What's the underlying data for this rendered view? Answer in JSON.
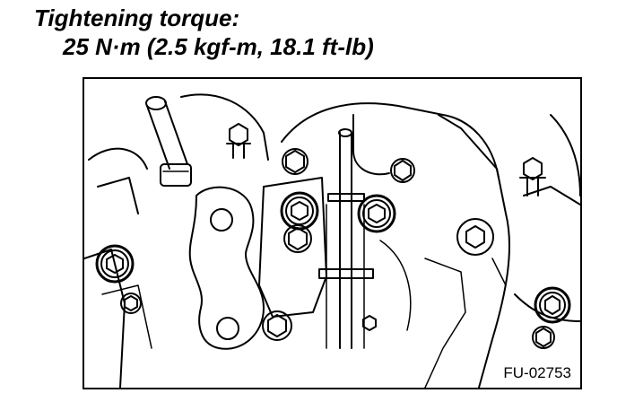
{
  "spec": {
    "label": "Tightening torque:",
    "value": "25 N·m (2.5 kgf-m, 18.1 ft-lb)"
  },
  "figure": {
    "code": "FU-02753",
    "icons": [
      "engine-component-drawing",
      "bolt-icon",
      "highlight-ring-icon"
    ]
  }
}
